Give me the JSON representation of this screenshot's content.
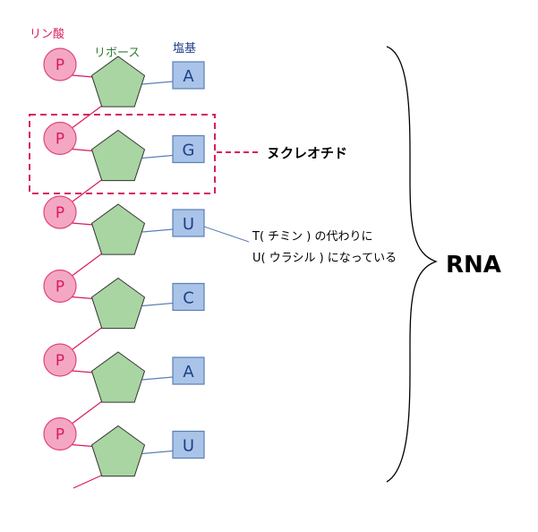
{
  "labels": {
    "phosphate": "リン酸",
    "ribose": "リボース",
    "base": "塩基",
    "nucleotide": "ヌクレオチド",
    "note_line1": "T( チミン ) の代わりに",
    "note_line2": "U( ウラシル ) になっている",
    "molecule": "RNA"
  },
  "strand": {
    "phosphate_symbol": "P",
    "bases": [
      "A",
      "G",
      "U",
      "C",
      "A",
      "U"
    ]
  },
  "colors": {
    "phosphate_fill": "#f4a7c3",
    "phosphate_stroke": "#e0457b",
    "phosphate_text": "#d81b60",
    "sugar_fill": "#a8d5a2",
    "sugar_stroke": "#333333",
    "sugar_text": "#2e7d32",
    "base_fill": "#a9c4e8",
    "base_stroke": "#5b7fb8",
    "base_text": "#1f3f8a",
    "bond_sugar_phosphate": "#d81b60",
    "bond_sugar_base": "#5b7fb8",
    "highlight": "#d81b60"
  }
}
